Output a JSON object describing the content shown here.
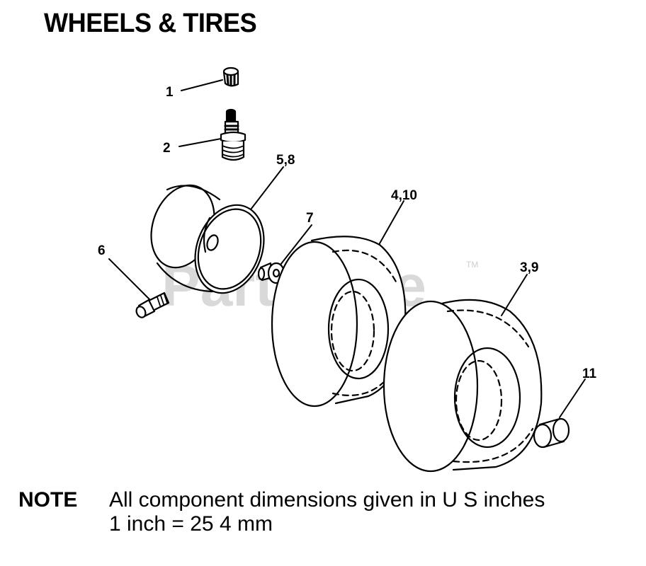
{
  "title": "WHEELS & TIRES",
  "watermark": {
    "text": "PartsTree",
    "trademark": "TM"
  },
  "callouts": {
    "c1": "1",
    "c2": "2",
    "c58": "5,8",
    "c6": "6",
    "c7": "7",
    "c410": "4,10",
    "c39": "3,9",
    "c11": "11"
  },
  "parts_icons": [
    "valve-cap-icon",
    "valve-stem-icon",
    "wheel-rim-icon",
    "bolt-icon",
    "washer-icon",
    "tire-icon",
    "tire-icon",
    "bushing-icon"
  ],
  "note": {
    "label": "NOTE",
    "line1": "All component dimensions given in U S  inches",
    "line2": "1 inch = 25 4 mm"
  }
}
